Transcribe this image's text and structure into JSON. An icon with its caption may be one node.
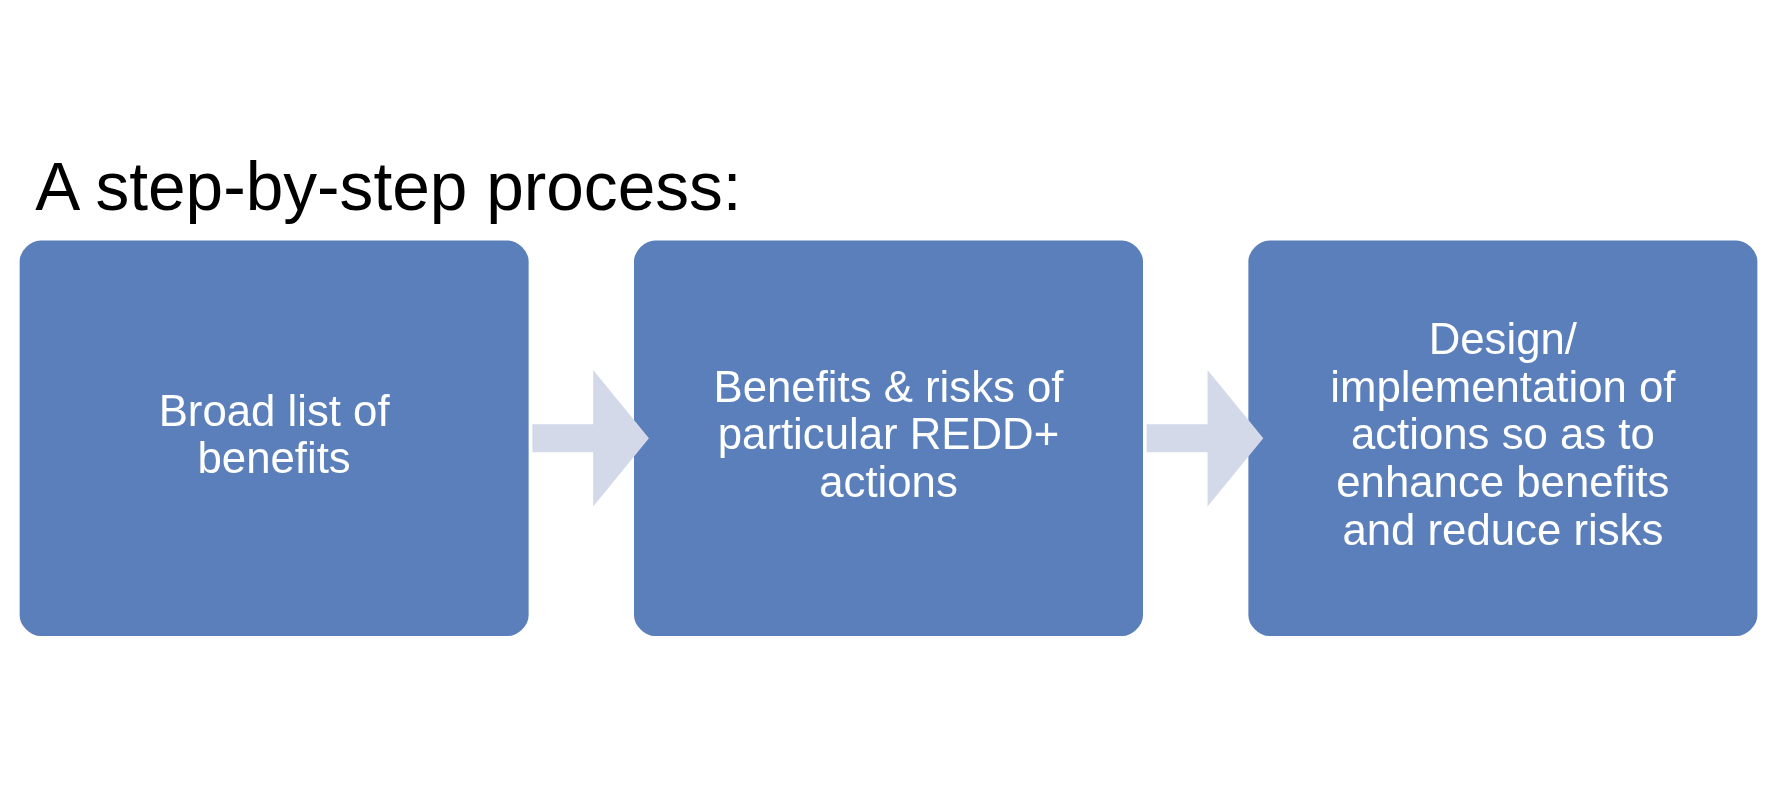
{
  "diagram": {
    "title": "A step-by-step process:",
    "nodes": [
      {
        "text": [
          "Broad list of benefits"
        ]
      },
      {
        "text": [
          "Benefits & risks of particular REDD+ actions"
        ]
      },
      {
        "text": [
          "Design/ implementation of actions so as to enhance benefits and reduce risks"
        ]
      }
    ],
    "edges": [
      {
        "from": 0,
        "to": 1,
        "arrow": "to"
      },
      {
        "from": 1,
        "to": 2,
        "arrow": "to"
      }
    ]
  }
}
